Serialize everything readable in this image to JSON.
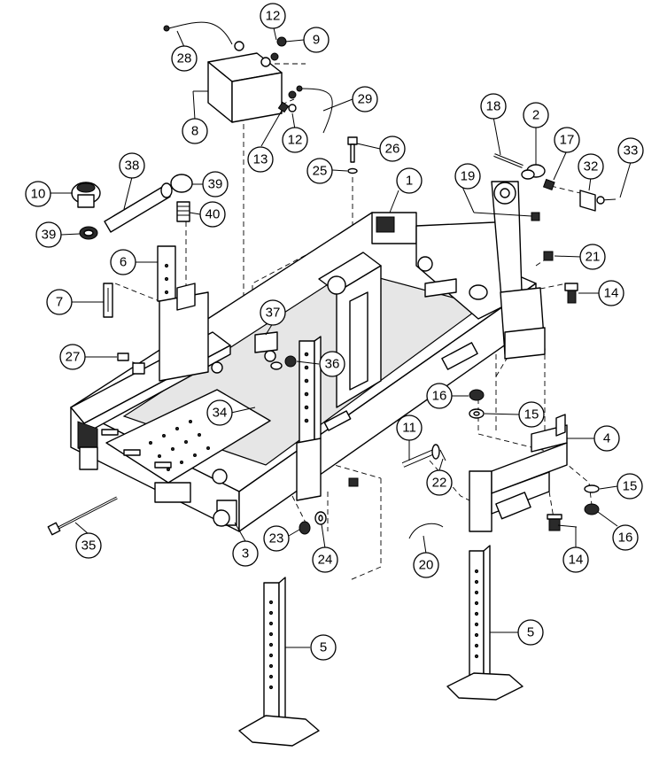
{
  "callouts": [
    {
      "id": "c-12a",
      "label": "12"
    },
    {
      "id": "c-9",
      "label": "9"
    },
    {
      "id": "c-28",
      "label": "28"
    },
    {
      "id": "c-29",
      "label": "29"
    },
    {
      "id": "c-8",
      "label": "8"
    },
    {
      "id": "c-13",
      "label": "13"
    },
    {
      "id": "c-12b",
      "label": "12"
    },
    {
      "id": "c-18",
      "label": "18"
    },
    {
      "id": "c-2",
      "label": "2"
    },
    {
      "id": "c-17",
      "label": "17"
    },
    {
      "id": "c-33",
      "label": "33"
    },
    {
      "id": "c-32",
      "label": "32"
    },
    {
      "id": "c-26",
      "label": "26"
    },
    {
      "id": "c-25",
      "label": "25"
    },
    {
      "id": "c-38",
      "label": "38"
    },
    {
      "id": "c-10",
      "label": "10"
    },
    {
      "id": "c-39a",
      "label": "39"
    },
    {
      "id": "c-40",
      "label": "40"
    },
    {
      "id": "c-39b",
      "label": "39"
    },
    {
      "id": "c-1",
      "label": "1"
    },
    {
      "id": "c-19",
      "label": "19"
    },
    {
      "id": "c-21",
      "label": "21"
    },
    {
      "id": "c-6",
      "label": "6"
    },
    {
      "id": "c-14a",
      "label": "14"
    },
    {
      "id": "c-7",
      "label": "7"
    },
    {
      "id": "c-37",
      "label": "37"
    },
    {
      "id": "c-27",
      "label": "27"
    },
    {
      "id": "c-36",
      "label": "36"
    },
    {
      "id": "c-16a",
      "label": "16"
    },
    {
      "id": "c-15a",
      "label": "15"
    },
    {
      "id": "c-34",
      "label": "34"
    },
    {
      "id": "c-11",
      "label": "11"
    },
    {
      "id": "c-4",
      "label": "4"
    },
    {
      "id": "c-22",
      "label": "22"
    },
    {
      "id": "c-15b",
      "label": "15"
    },
    {
      "id": "c-35",
      "label": "35"
    },
    {
      "id": "c-16b",
      "label": "16"
    },
    {
      "id": "c-3",
      "label": "3"
    },
    {
      "id": "c-23",
      "label": "23"
    },
    {
      "id": "c-24",
      "label": "24"
    },
    {
      "id": "c-20",
      "label": "20"
    },
    {
      "id": "c-14b",
      "label": "14"
    },
    {
      "id": "c-5a",
      "label": "5"
    },
    {
      "id": "c-5b",
      "label": "5"
    }
  ]
}
